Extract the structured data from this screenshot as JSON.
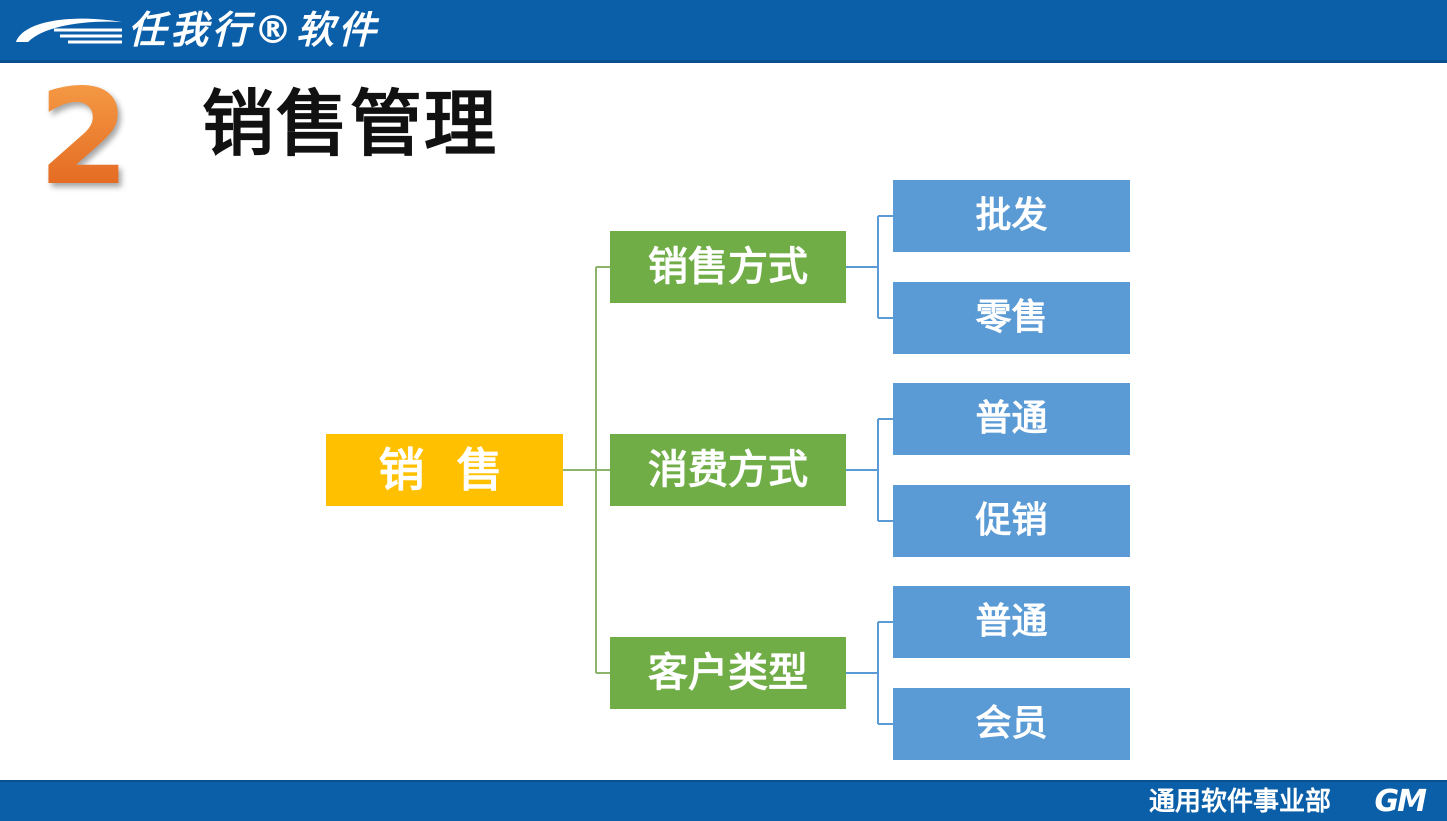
{
  "header": {
    "brand": "任我行®软件",
    "colors": {
      "bar": "#0b5ea8",
      "logo": "#ffffff"
    },
    "logo_icon": "swoosh-logo-icon"
  },
  "section": {
    "number": "2",
    "title": "销售管理",
    "number_color": "#ef7d22"
  },
  "diagram": {
    "root": {
      "label": "销 售",
      "color": "#ffc000"
    },
    "branches": [
      {
        "label": "销售方式",
        "color": "#70ad47",
        "children": [
          "批发",
          "零售"
        ]
      },
      {
        "label": "消费方式",
        "color": "#70ad47",
        "children": [
          "普通",
          "促销"
        ]
      },
      {
        "label": "客户类型",
        "color": "#70ad47",
        "children": [
          "普通",
          "会员"
        ]
      }
    ],
    "leaf_color": "#5b9bd5",
    "connector_color": "#8cb46a",
    "leaf_connector_color": "#5b9bd5"
  },
  "footer": {
    "department": "通用软件事业部",
    "logo_text": "GM"
  }
}
